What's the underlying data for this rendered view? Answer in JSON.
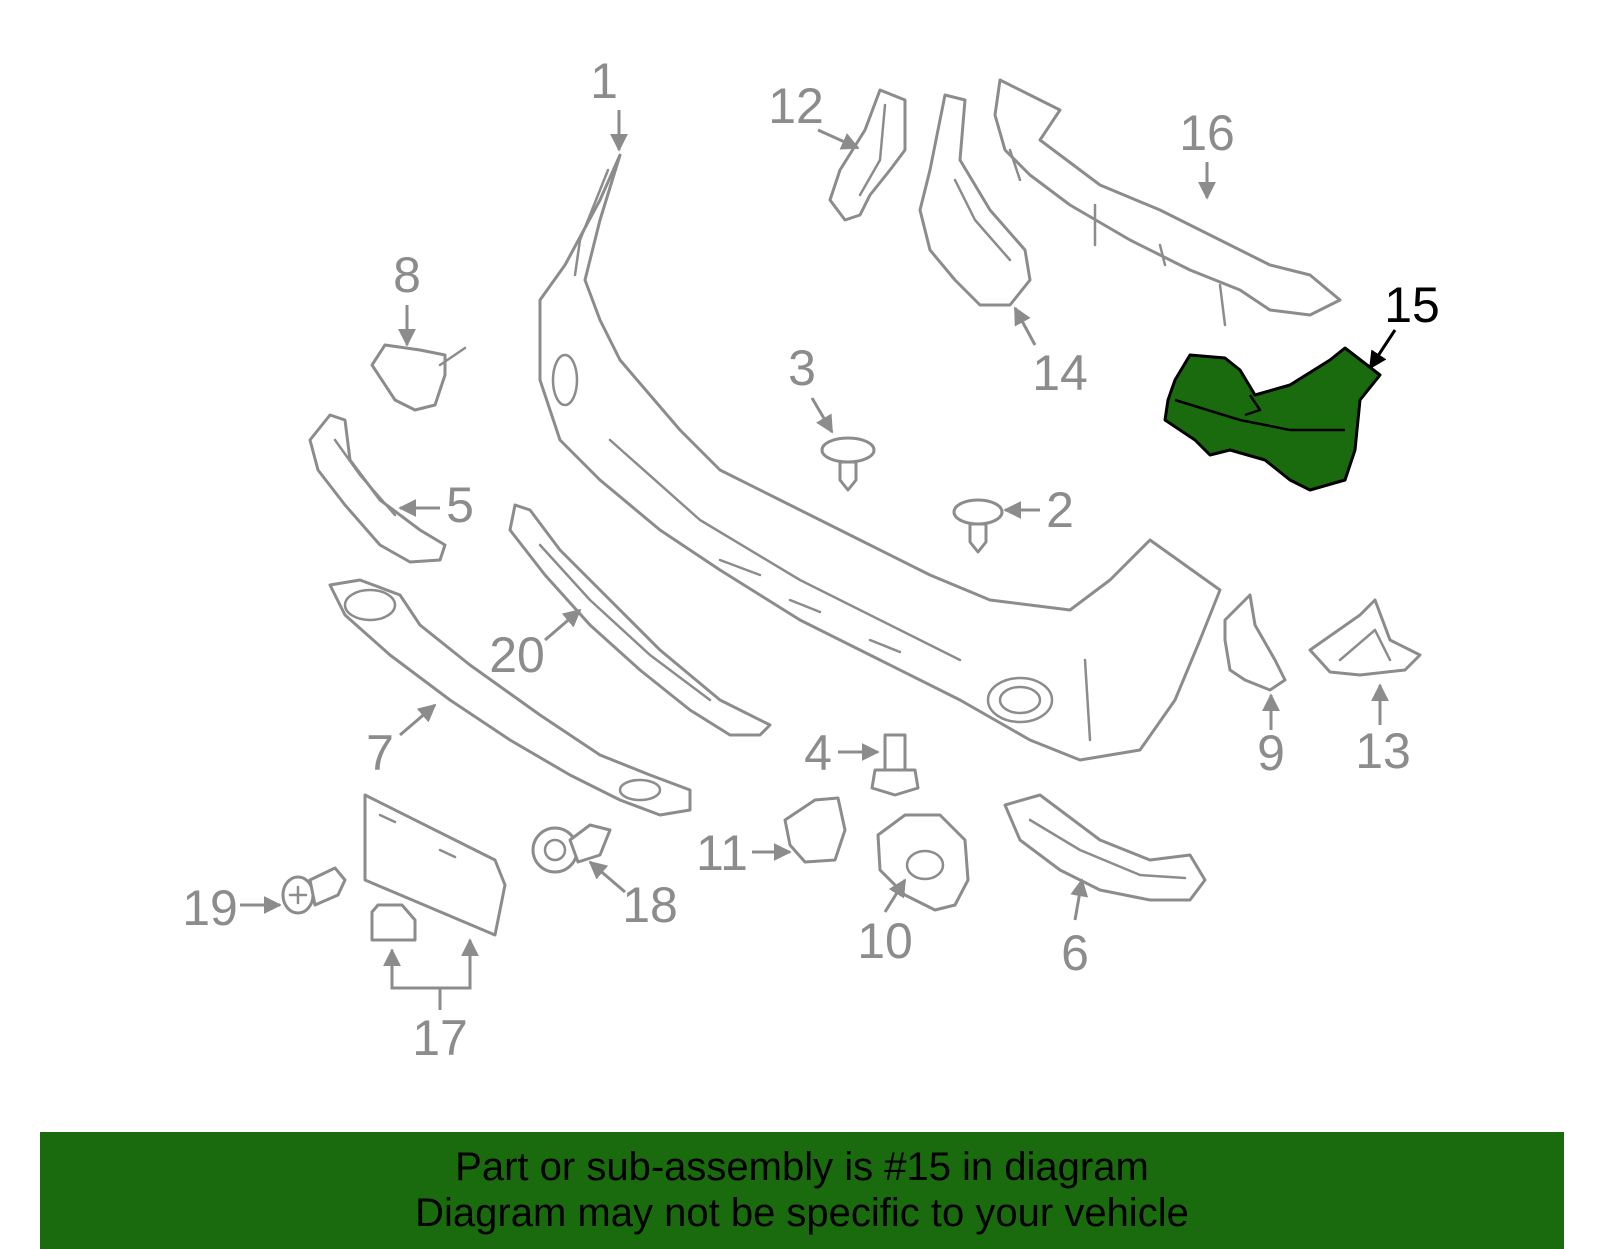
{
  "diagram": {
    "highlighted_part": "15",
    "highlight_color": "#1a6b0d",
    "part_color": "#8c8c8c",
    "callouts": [
      "1",
      "2",
      "3",
      "4",
      "5",
      "6",
      "7",
      "8",
      "9",
      "10",
      "11",
      "12",
      "13",
      "14",
      "15",
      "16",
      "17",
      "18",
      "19",
      "20"
    ]
  },
  "caption": {
    "line1": "Part or sub-assembly is #15 in diagram",
    "line2": "Diagram may not be specific to your vehicle"
  }
}
